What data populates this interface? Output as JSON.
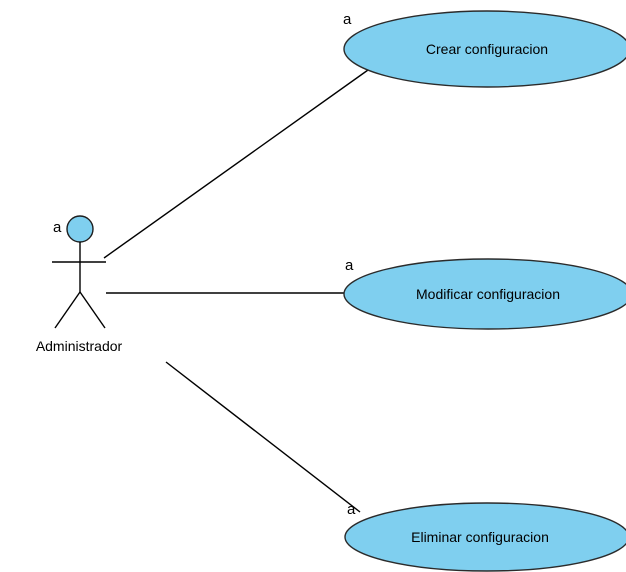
{
  "diagram": {
    "type": "use-case",
    "actor": {
      "name": "Administrador",
      "stereotype_mark": "a"
    },
    "use_cases": [
      {
        "label": "Crear configuracion",
        "stereotype_mark": "a"
      },
      {
        "label": "Modificar configuracion",
        "stereotype_mark": "a"
      },
      {
        "label": "Eliminar configuracion",
        "stereotype_mark": "a"
      }
    ],
    "colors": {
      "use_case_fill": "#7fcfef",
      "use_case_stroke": "#2b2b2b",
      "actor_head_fill": "#7fcfef",
      "line": "#000000"
    }
  }
}
